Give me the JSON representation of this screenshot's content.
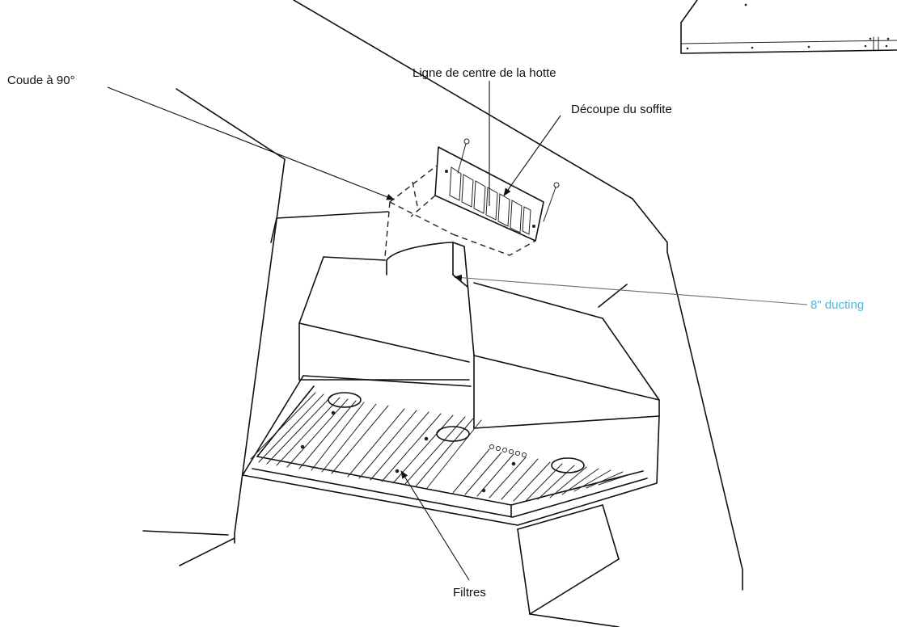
{
  "callouts": {
    "elbow": "Coude à 90°",
    "centerline": "Ligne de centre de la hotte",
    "soffit_cutout": "Découpe du soffite",
    "ducting": "8\" ducting",
    "filters": "Filtres"
  },
  "colors": {
    "line": "#111111",
    "ducting_label": "#4fb6e0",
    "background": "#ffffff"
  }
}
